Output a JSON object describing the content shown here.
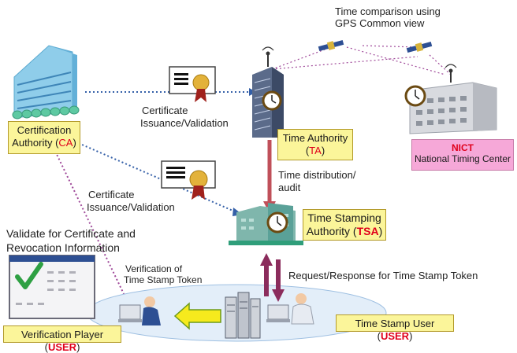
{
  "colors": {
    "label_box": "#fbf59a",
    "nict_box": "#f6a8d8",
    "accent_red": "#e0001b",
    "distribution_arrow": "#c0505a",
    "request_arrow": "#8b2c5c",
    "dotted_blue": "#3560a8",
    "dotted_purple": "#a04a9a"
  },
  "labels": {
    "gps_line1": "Time comparison using",
    "gps_line2": "GPS Common view",
    "cert_issuance_top_1": "Certificate",
    "cert_issuance_top_2": "Issuance/Validation",
    "cert_issuance_mid_1": "Certificate",
    "cert_issuance_mid_2": "Issuance/Validation",
    "time_distribution_1": "Time distribution/",
    "time_distribution_2": "audit",
    "validate_1": "Validate for Certificate and",
    "validate_2": "Revocation Information",
    "verification_of_1": "Verification of",
    "verification_of_2": "Time Stamp Token",
    "request_response": "Request/Response for Time Stamp Token"
  },
  "nodes": {
    "ca": {
      "line1": "Certification",
      "line2": "Authority (",
      "abbr": "CA",
      "close": ")"
    },
    "ta": {
      "line1": "Time Authority",
      "open": "(",
      "abbr": "TA",
      "close": ")"
    },
    "tsa": {
      "line1": "Time Stamping",
      "line2": "Authority (",
      "abbr": "TSA",
      "close": ")"
    },
    "nict": {
      "line1": "NICT",
      "line2": "National Timing Center"
    },
    "user": {
      "text": "Time Stamp User (",
      "abbr": "USER",
      "close": ")"
    },
    "player": {
      "text": "Verification Player (",
      "abbr": "USER",
      "close": ")"
    }
  },
  "icons": [
    "ca-building-icon",
    "ta-tower-icon",
    "satellite-icon",
    "nict-building-icon",
    "tsa-building-icon",
    "certificate-icon",
    "clock-icon",
    "user-person-icon",
    "server-icon",
    "checklist-screen-icon"
  ]
}
